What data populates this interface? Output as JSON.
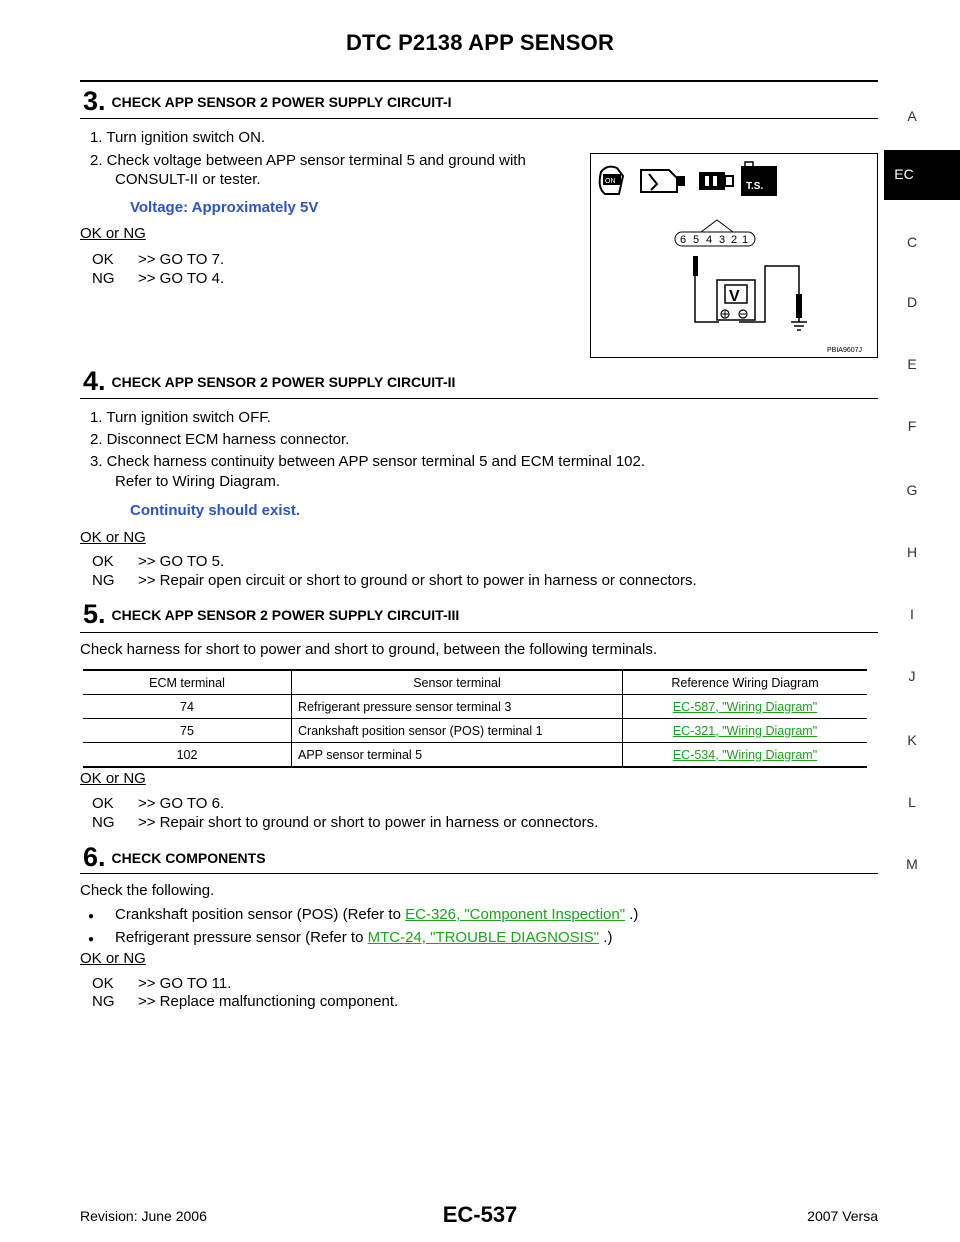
{
  "header": {
    "title": "DTC P2138 APP SENSOR"
  },
  "sidebar": {
    "letters": [
      "A",
      "EC",
      "C",
      "D",
      "E",
      "F",
      "G",
      "H",
      "I",
      "J",
      "K",
      "L",
      "M"
    ],
    "active": "EC"
  },
  "sections": {
    "s3": {
      "num": "3.",
      "title": "CHECK APP SENSOR 2 POWER SUPPLY CIRCUIT-I",
      "step1": "1.  Turn ignition switch ON.",
      "step2a": "2.  Check voltage between APP sensor terminal 5 and ground with",
      "step2b": "CONSULT-II or tester.",
      "spec": "Voltage: Approximately 5V",
      "okng": "OK or NG",
      "ok_key": "OK",
      "ok_val": ">> GO TO 7.",
      "ng_key": "NG",
      "ng_val": ">> GO TO 4."
    },
    "s4": {
      "num": "4.",
      "title": "CHECK APP SENSOR 2 POWER SUPPLY CIRCUIT-II",
      "step1": "1.  Turn ignition switch OFF.",
      "step2": "2.  Disconnect ECM harness connector.",
      "step3a": "3.  Check harness continuity between APP sensor terminal 5 and ECM terminal 102.",
      "step3b": "Refer to Wiring Diagram.",
      "spec": "Continuity should exist.",
      "okng": "OK or NG",
      "ok_key": "OK",
      "ok_val": ">> GO TO 5.",
      "ng_key": "NG",
      "ng_val": ">> Repair open circuit or short to ground or short to power in harness or connectors."
    },
    "s5": {
      "num": "5.",
      "title": "CHECK APP SENSOR 2 POWER SUPPLY CIRCUIT-III",
      "intro": "Check harness for short to power and short to ground, between the following terminals.",
      "table": {
        "headers": [
          "ECM terminal",
          "Sensor terminal",
          "Reference Wiring Diagram"
        ],
        "rows": [
          [
            "74",
            "Refrigerant pressure sensor terminal 3",
            "EC-587, \"Wiring Diagram\""
          ],
          [
            "75",
            "Crankshaft position sensor (POS) terminal 1",
            "EC-321, \"Wiring Diagram\""
          ],
          [
            "102",
            "APP sensor terminal 5",
            "EC-534, \"Wiring Diagram\""
          ]
        ]
      },
      "okng": "OK or NG",
      "ok_key": "OK",
      "ok_val": ">> GO TO 6.",
      "ng_key": "NG",
      "ng_val": ">> Repair short to ground or short to power in harness or connectors."
    },
    "s6": {
      "num": "6.",
      "title": "CHECK COMPONENTS",
      "intro": "Check the following.",
      "b1_pre": "Crankshaft position sensor (POS) (Refer to ",
      "b1_link": "EC-326, \"Component Inspection\"",
      "b1_post": " .)",
      "b2_pre": "Refrigerant pressure sensor (Refer to ",
      "b2_link": "MTC-24, \"TROUBLE DIAGNOSIS\"",
      "b2_post": " .)",
      "okng": "OK or NG",
      "ok_key": "OK",
      "ok_val": ">> GO TO 11.",
      "ng_key": "NG",
      "ng_val": ">> Replace malfunctioning component."
    }
  },
  "diagram": {
    "code": "PBIA9607J",
    "pins": [
      "6",
      "5",
      "4",
      "3",
      "2",
      "1"
    ],
    "meter": "V",
    "ignition": "ON",
    "tester": "T.S."
  },
  "footer": {
    "left": "Revision: June 2006",
    "center": "EC-537",
    "right": "2007 Versa"
  }
}
